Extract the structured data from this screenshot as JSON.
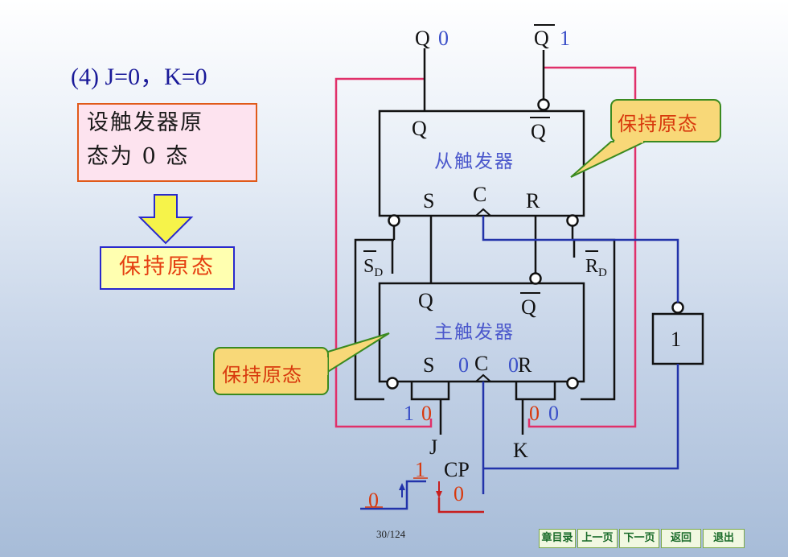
{
  "heading": "(4) J=0，K=0",
  "assume_box": {
    "line1": "设触发器原",
    "line2": "态为 0 态"
  },
  "result_box": "保持原态",
  "slave": {
    "title": "从触发器",
    "q": "Q",
    "qbar": "Q",
    "s": "S",
    "c": "C",
    "r": "R",
    "callout": "保持原态"
  },
  "master": {
    "title": "主触发器",
    "q": "Q",
    "qbar": "Q",
    "s": "S",
    "c": "C",
    "r": "R",
    "s_value": "0",
    "r_value": "0",
    "callout": "保持原态"
  },
  "outputs": {
    "q_label": "Q",
    "q_value": "0",
    "qbar_label": "Q",
    "qbar_value": "1"
  },
  "sd_label": {
    "main": "S",
    "sub": "D"
  },
  "rd_label": {
    "main": "R",
    "sub": "D"
  },
  "inverter_label": "1",
  "j_input": {
    "label": "J",
    "left_value": "1",
    "right_value": "0"
  },
  "k_input": {
    "label": "K",
    "left_value": "0",
    "right_value": "0"
  },
  "cp": {
    "label": "CP",
    "high_value": "1",
    "low_left_value": "0",
    "low_right_value": "0"
  },
  "page_number": "30/124",
  "nav": [
    "章目录",
    "上一页",
    "下一页",
    "返回",
    "退出"
  ],
  "colors": {
    "feedback_line": "#e0306a",
    "clock_line": "#2233aa",
    "value_red": "#d8390d",
    "value_blue": "#3a4fc8",
    "callout_bg": "#f8d878",
    "callout_border": "#3a8a20"
  }
}
